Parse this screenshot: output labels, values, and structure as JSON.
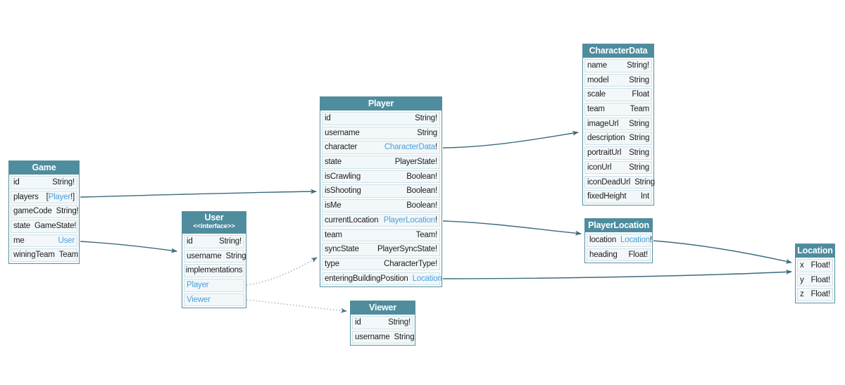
{
  "colors": {
    "header_bg": "#4e8c9e",
    "header_text": "#ffffff",
    "row_bg": "#f2f7f9",
    "row_border": "#cfe0e6",
    "table_border": "#55909f",
    "field_text": "#1c1c1c",
    "link_text": "#4a9fdb",
    "arrow_solid": "#3c6b7d",
    "arrow_dotted": "#a3c2cc"
  },
  "entities": [
    {
      "id": "Game",
      "title": "Game",
      "stereotype": "",
      "fields": [
        {
          "name": "id",
          "type": "String!",
          "link": ""
        },
        {
          "name": "players",
          "type": "[Player!]",
          "link": "Player"
        },
        {
          "name": "gameCode",
          "type": "String!",
          "link": ""
        },
        {
          "name": "state",
          "type": "GameState!",
          "link": ""
        },
        {
          "name": "me",
          "type": "User",
          "link": "User"
        },
        {
          "name": "winingTeam",
          "type": "Team",
          "link": ""
        }
      ]
    },
    {
      "id": "User",
      "title": "User",
      "stereotype": "<<interface>>",
      "fields": [
        {
          "name": "id",
          "type": "String!",
          "link": ""
        },
        {
          "name": "username",
          "type": "String",
          "link": ""
        },
        {
          "name": "implementations",
          "kind": "label"
        },
        {
          "name": "Player",
          "kind": "link"
        },
        {
          "name": "Viewer",
          "kind": "link"
        }
      ]
    },
    {
      "id": "Player",
      "title": "Player",
      "stereotype": "",
      "fields": [
        {
          "name": "id",
          "type": "String!",
          "link": ""
        },
        {
          "name": "username",
          "type": "String",
          "link": ""
        },
        {
          "name": "character",
          "type": "CharacterData!",
          "link": "CharacterData"
        },
        {
          "name": "state",
          "type": "PlayerState!",
          "link": ""
        },
        {
          "name": "isCrawling",
          "type": "Boolean!",
          "link": ""
        },
        {
          "name": "isShooting",
          "type": "Boolean!",
          "link": ""
        },
        {
          "name": "isMe",
          "type": "Boolean!",
          "link": ""
        },
        {
          "name": "currentLocation",
          "type": "PlayerLocation!",
          "link": "PlayerLocation"
        },
        {
          "name": "team",
          "type": "Team!",
          "link": ""
        },
        {
          "name": "syncState",
          "type": "PlayerSyncState!",
          "link": ""
        },
        {
          "name": "type",
          "type": "CharacterType!",
          "link": ""
        },
        {
          "name": "enteringBuildingPosition",
          "type": "Location",
          "link": "Location"
        }
      ]
    },
    {
      "id": "CharacterData",
      "title": "CharacterData",
      "stereotype": "",
      "fields": [
        {
          "name": "name",
          "type": "String!",
          "link": ""
        },
        {
          "name": "model",
          "type": "String",
          "link": ""
        },
        {
          "name": "scale",
          "type": "Float",
          "link": ""
        },
        {
          "name": "team",
          "type": "Team",
          "link": ""
        },
        {
          "name": "imageUrl",
          "type": "String",
          "link": ""
        },
        {
          "name": "description",
          "type": "String",
          "link": ""
        },
        {
          "name": "portraitUrl",
          "type": "String",
          "link": ""
        },
        {
          "name": "iconUrl",
          "type": "String",
          "link": ""
        },
        {
          "name": "iconDeadUrl",
          "type": "String",
          "link": ""
        },
        {
          "name": "fixedHeight",
          "type": "Int",
          "link": ""
        }
      ]
    },
    {
      "id": "PlayerLocation",
      "title": "PlayerLocation",
      "stereotype": "",
      "fields": [
        {
          "name": "location",
          "type": "Location!",
          "link": "Location"
        },
        {
          "name": "heading",
          "type": "Float!",
          "link": ""
        }
      ]
    },
    {
      "id": "Location",
      "title": "Location",
      "stereotype": "",
      "fields": [
        {
          "name": "x",
          "type": "Float!",
          "link": ""
        },
        {
          "name": "y",
          "type": "Float!",
          "link": ""
        },
        {
          "name": "z",
          "type": "Float!",
          "link": ""
        }
      ]
    },
    {
      "id": "Viewer",
      "title": "Viewer",
      "stereotype": "",
      "fields": [
        {
          "name": "id",
          "type": "String!",
          "link": ""
        },
        {
          "name": "username",
          "type": "String",
          "link": ""
        }
      ]
    }
  ],
  "edges": [
    {
      "id": "game-players-player",
      "from": "Game.players",
      "to": "Player",
      "style": "solid"
    },
    {
      "id": "game-me-user",
      "from": "Game.me",
      "to": "User",
      "style": "solid"
    },
    {
      "id": "player-character-characterdata",
      "from": "Player.character",
      "to": "CharacterData",
      "style": "solid"
    },
    {
      "id": "player-currentlocation-playerlocation",
      "from": "Player.currentLocation",
      "to": "PlayerLocation",
      "style": "solid"
    },
    {
      "id": "player-enteringbuildingposition-location",
      "from": "Player.enteringBuildingPosition",
      "to": "Location",
      "style": "solid"
    },
    {
      "id": "playerlocation-location-location",
      "from": "PlayerLocation.location",
      "to": "Location",
      "style": "solid"
    },
    {
      "id": "user-player-player",
      "from": "User.Player",
      "to": "Player",
      "style": "dotted"
    },
    {
      "id": "user-viewer-viewer",
      "from": "User.Viewer",
      "to": "Viewer",
      "style": "dotted"
    }
  ]
}
